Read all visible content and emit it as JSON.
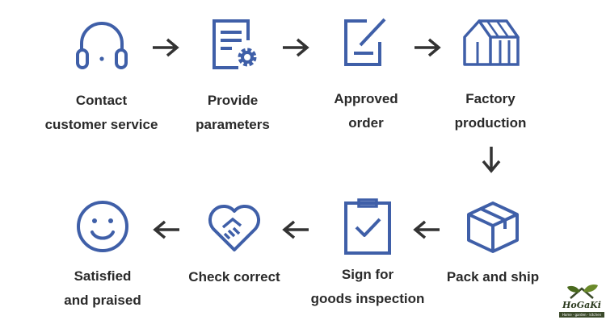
{
  "steps": [
    {
      "icon": "headphones-icon",
      "lines": [
        "Contact",
        "customer service"
      ]
    },
    {
      "icon": "document-gear-icon",
      "lines": [
        "Provide",
        "parameters"
      ]
    },
    {
      "icon": "edit-document-icon",
      "lines": [
        "Approved",
        "order"
      ]
    },
    {
      "icon": "greenhouse-icon",
      "lines": [
        "Factory",
        "production"
      ]
    },
    {
      "icon": "box-icon",
      "lines": [
        "Pack and ship"
      ]
    },
    {
      "icon": "clipboard-check-icon",
      "lines": [
        "Sign for",
        "goods inspection"
      ]
    },
    {
      "icon": "heart-handshake-icon",
      "lines": [
        "Check correct"
      ]
    },
    {
      "icon": "smiley-icon",
      "lines": [
        "Satisfied",
        "and praised"
      ]
    }
  ],
  "logo": {
    "name": "HoGaKi",
    "tagline": "Home · garden · kitchen"
  },
  "colors": {
    "icon": "#3f5fa8",
    "arrow": "#333333",
    "text": "#2a2a2a"
  }
}
